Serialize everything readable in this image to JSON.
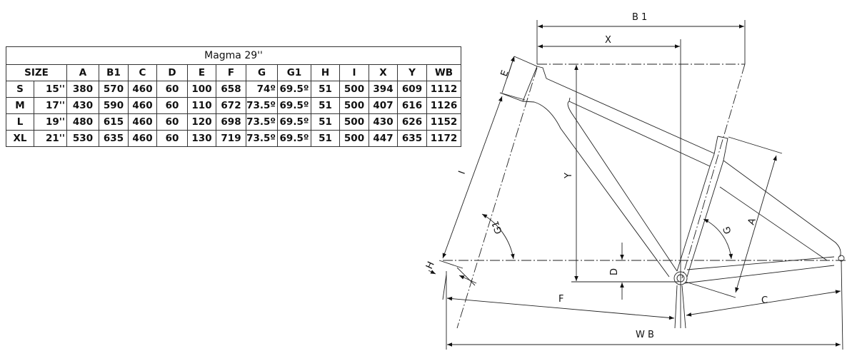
{
  "table": {
    "title": "Magma 29''",
    "headers": [
      "SIZE",
      "A",
      "B1",
      "C",
      "D",
      "E",
      "F",
      "G",
      "G1",
      "H",
      "I",
      "X",
      "Y",
      "WB"
    ],
    "rows": [
      [
        "S",
        "15''",
        "380",
        "570",
        "460",
        "60",
        "100",
        "658",
        "74º",
        "69.5º",
        "51",
        "500",
        "394",
        "609",
        "1112"
      ],
      [
        "M",
        "17''",
        "430",
        "590",
        "460",
        "60",
        "110",
        "672",
        "73.5º",
        "69.5º",
        "51",
        "500",
        "407",
        "616",
        "1126"
      ],
      [
        "L",
        "19''",
        "480",
        "615",
        "460",
        "60",
        "120",
        "698",
        "73.5º",
        "69.5º",
        "51",
        "500",
        "430",
        "626",
        "1152"
      ],
      [
        "XL",
        "21''",
        "530",
        "635",
        "460",
        "60",
        "130",
        "719",
        "73.5º",
        "69.5º",
        "51",
        "500",
        "447",
        "635",
        "1172"
      ]
    ]
  },
  "diagram": {
    "labels": {
      "B1": "B 1",
      "X": "X",
      "Y": "Y",
      "E": "E",
      "I": "I",
      "G1": "G1",
      "G": "G",
      "A": "A",
      "D": "D",
      "H": "H",
      "F": "F",
      "C": "C",
      "WB": "W B"
    }
  }
}
